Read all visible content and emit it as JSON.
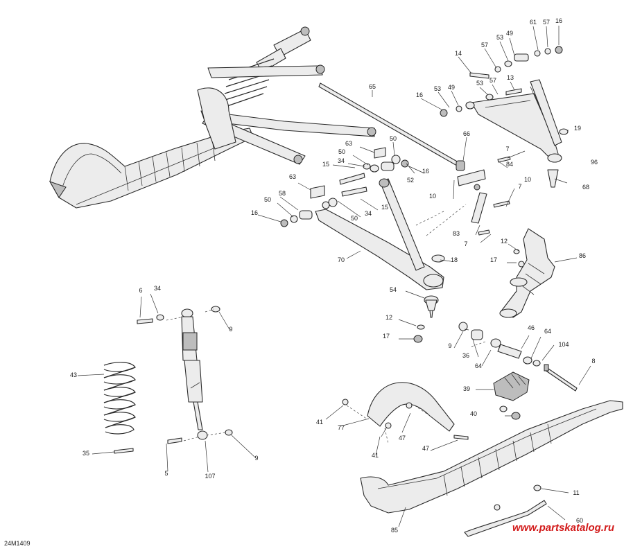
{
  "diagram_code": "24M1409",
  "watermark": "www.partskatalog.ru",
  "callouts": [
    {
      "id": "c16a",
      "label": "16"
    },
    {
      "id": "c61",
      "label": "61"
    },
    {
      "id": "c57a",
      "label": "57"
    },
    {
      "id": "c49a",
      "label": "49"
    },
    {
      "id": "c53a",
      "label": "53"
    },
    {
      "id": "c57b",
      "label": "57"
    },
    {
      "id": "c14",
      "label": "14"
    },
    {
      "id": "c13",
      "label": "13"
    },
    {
      "id": "c53b",
      "label": "53"
    },
    {
      "id": "c57c",
      "label": "57"
    },
    {
      "id": "c65",
      "label": "65"
    },
    {
      "id": "c16b",
      "label": "16"
    },
    {
      "id": "c53c",
      "label": "53"
    },
    {
      "id": "c49b",
      "label": "49"
    },
    {
      "id": "c19",
      "label": "19"
    },
    {
      "id": "c66",
      "label": "66"
    },
    {
      "id": "c63a",
      "label": "63"
    },
    {
      "id": "c50a",
      "label": "50"
    },
    {
      "id": "c7a",
      "label": "7"
    },
    {
      "id": "c96",
      "label": "96"
    },
    {
      "id": "c34a",
      "label": "34"
    },
    {
      "id": "c50b",
      "label": "50"
    },
    {
      "id": "c15a",
      "label": "15"
    },
    {
      "id": "c16c",
      "label": "16"
    },
    {
      "id": "c84",
      "label": "84"
    },
    {
      "id": "c52",
      "label": "52"
    },
    {
      "id": "c68",
      "label": "68"
    },
    {
      "id": "c10a",
      "label": "10"
    },
    {
      "id": "c63b",
      "label": "63"
    },
    {
      "id": "c58",
      "label": "58"
    },
    {
      "id": "c10b",
      "label": "10"
    },
    {
      "id": "c7b",
      "label": "7"
    },
    {
      "id": "c50c",
      "label": "50"
    },
    {
      "id": "c15b",
      "label": "15"
    },
    {
      "id": "c16d",
      "label": "16"
    },
    {
      "id": "c34b",
      "label": "34"
    },
    {
      "id": "c50d",
      "label": "50"
    },
    {
      "id": "c83",
      "label": "83"
    },
    {
      "id": "c7c",
      "label": "7"
    },
    {
      "id": "c12a",
      "label": "12"
    },
    {
      "id": "c86",
      "label": "86"
    },
    {
      "id": "c70",
      "label": "70"
    },
    {
      "id": "c18",
      "label": "18"
    },
    {
      "id": "c17a",
      "label": "17"
    },
    {
      "id": "c6",
      "label": "6"
    },
    {
      "id": "c34c",
      "label": "34"
    },
    {
      "id": "c54",
      "label": "54"
    },
    {
      "id": "c9a",
      "label": "9"
    },
    {
      "id": "c12b",
      "label": "12"
    },
    {
      "id": "c17b",
      "label": "17"
    },
    {
      "id": "c46",
      "label": "46"
    },
    {
      "id": "c64",
      "label": "64"
    },
    {
      "id": "c9b",
      "label": "9"
    },
    {
      "id": "c104",
      "label": "104"
    },
    {
      "id": "c36",
      "label": "36"
    },
    {
      "id": "c64b",
      "label": "64"
    },
    {
      "id": "c8",
      "label": "8"
    },
    {
      "id": "c43",
      "label": "43"
    },
    {
      "id": "c39",
      "label": "39"
    },
    {
      "id": "c41a",
      "label": "41"
    },
    {
      "id": "c40",
      "label": "40"
    },
    {
      "id": "c77",
      "label": "77"
    },
    {
      "id": "c47a",
      "label": "47"
    },
    {
      "id": "c47b",
      "label": "47"
    },
    {
      "id": "c41b",
      "label": "41"
    },
    {
      "id": "c9c",
      "label": "9"
    },
    {
      "id": "c35",
      "label": "35"
    },
    {
      "id": "c5",
      "label": "5"
    },
    {
      "id": "c107",
      "label": "107"
    },
    {
      "id": "c11",
      "label": "11"
    },
    {
      "id": "c60",
      "label": "60"
    },
    {
      "id": "c85",
      "label": "85"
    }
  ]
}
